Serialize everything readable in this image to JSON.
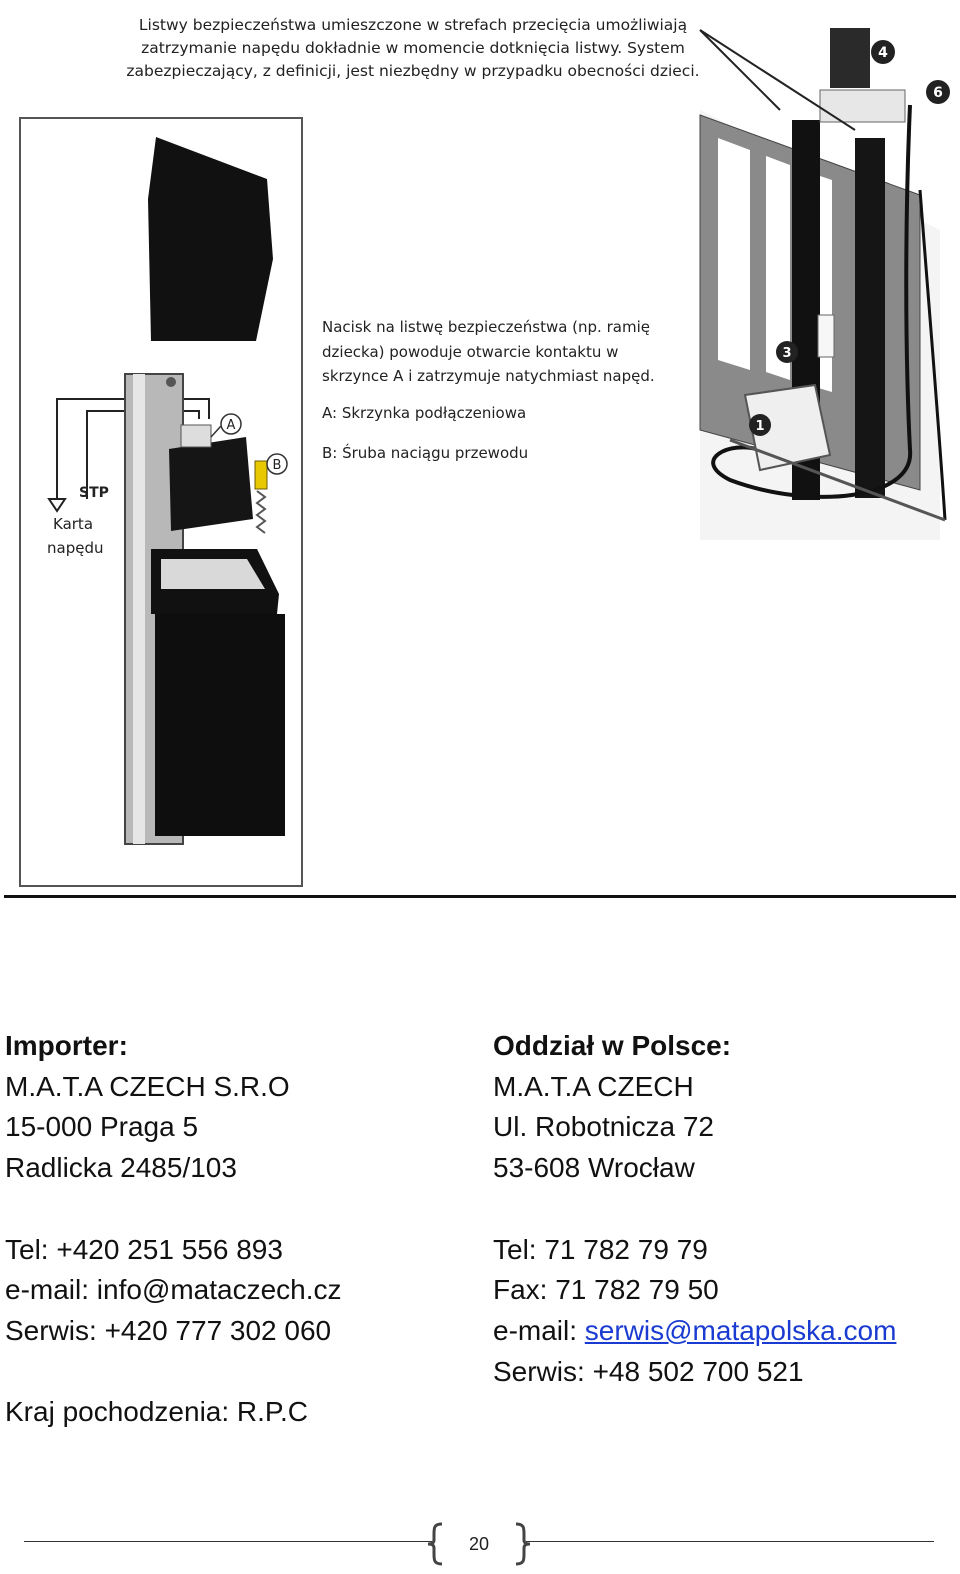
{
  "captions": {
    "top": [
      "Listwy bezpieczeństwa umieszczone w strefach przecięcia umożliwiają",
      "zatrzymanie napędu dokładnie w momencie dotknięcia listwy. System",
      "zabezpieczający, z definicji, jest niezbędny  w przypadku obecności dzieci."
    ],
    "box": [
      "Nacisk na listwę bezpieczeństwa (np. ramię",
      "dziecka) powoduje otwarcie kontaktu w",
      "skrzynce A i zatrzymuje natychmiast napęd."
    ],
    "legend_a": "A: Skrzynka podłączeniowa",
    "legend_b": "B: Śruba naciągu przewodu"
  },
  "figure_left": {
    "label_stp": "STP",
    "label_karta": "Karta",
    "label_napedu": "napędu",
    "marker_a": "A",
    "marker_b": "B"
  },
  "figure_right": {
    "markers": [
      "1",
      "3",
      "4",
      "6"
    ]
  },
  "importer": {
    "heading": "Importer:",
    "company": "M.A.T.A CZECH S.R.O",
    "address1": "15-000 Praga 5",
    "address2": "Radlicka 2485/103",
    "tel": "Tel: +420 251 556 893",
    "email": "e-mail: info@mataczech.cz",
    "service": "Serwis: +420 777 302 060",
    "origin": "Kraj pochodzenia: R.P.C"
  },
  "branch": {
    "heading": "Oddział w Polsce:",
    "company": "M.A.T.A CZECH",
    "address1": "Ul. Robotnicza  72",
    "address2": "53-608 Wrocław",
    "tel": "Tel: 71 782 79 79",
    "fax": "Fax: 71 782 79 50",
    "email_label": "e-mail: ",
    "email_link": "serwis@matapolska.com",
    "service": "Serwis: +48 502 700 521"
  },
  "footer": {
    "page": "20"
  }
}
